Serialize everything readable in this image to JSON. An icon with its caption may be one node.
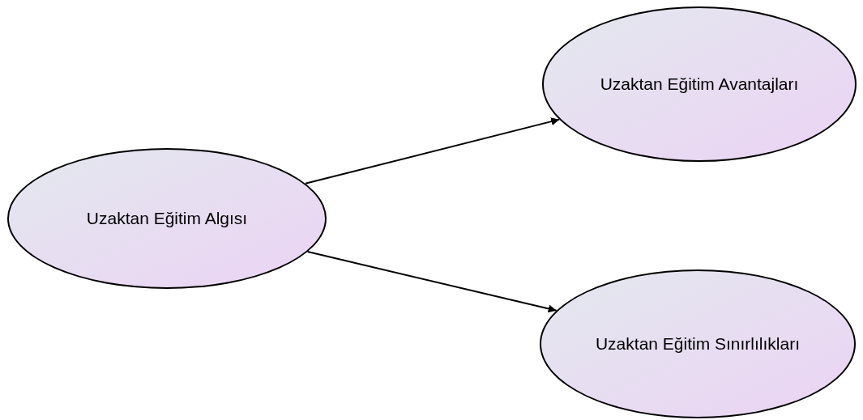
{
  "diagram": {
    "nodes": [
      {
        "text": [
          "Uzaktan Eğitim Algısı"
        ]
      },
      {
        "text": [
          "Uzaktan Eğitim Avantajları"
        ]
      },
      {
        "text": [
          "Uzaktan Eğitim Sınırlılıkları"
        ]
      }
    ],
    "edges": [
      {
        "from": 0,
        "to": 1,
        "arrow": "to"
      },
      {
        "from": 0,
        "to": 2,
        "arrow": "to"
      }
    ]
  }
}
